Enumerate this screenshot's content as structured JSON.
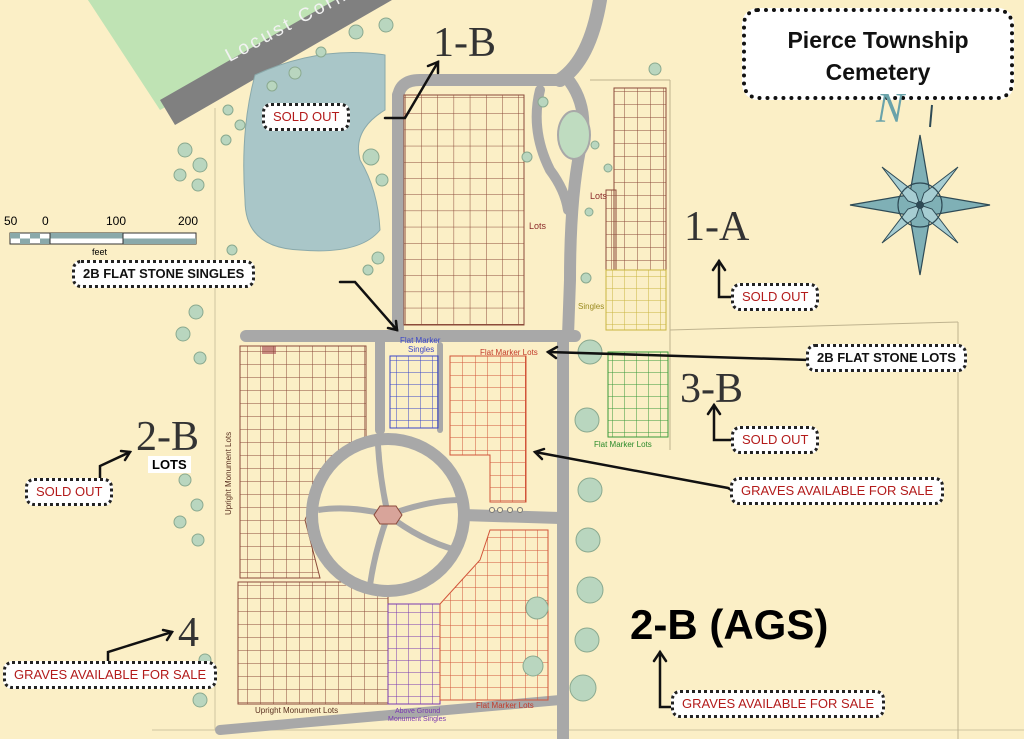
{
  "title": {
    "line1": "Pierce Township",
    "line2": "Cemetery"
  },
  "road": {
    "name": "Locust Corn"
  },
  "north": {
    "letter": "N"
  },
  "scale": {
    "ticks": [
      "50",
      "0",
      "100",
      "200"
    ],
    "unit": "feet"
  },
  "sections": {
    "s1b": "1-B",
    "s1a": "1-A",
    "s3b": "3-B",
    "s2b": "2-B",
    "s2b_sub": "LOTS",
    "s4": "4",
    "s2bags": "2-B (AGS)"
  },
  "callouts": {
    "sold_1b": "SOLD OUT",
    "sold_1a": "SOLD OUT",
    "sold_3b": "SOLD OUT",
    "sold_2b": "SOLD OUT",
    "flat_singles": "2B FLAT STONE SINGLES",
    "flat_lots": "2B FLAT STONE LOTS",
    "avail_main": "GRAVES AVAILABLE FOR SALE",
    "avail_4": "GRAVES AVAILABLE FOR SALE",
    "avail_ags": "GRAVES AVAILABLE FOR SALE"
  },
  "map_labels": {
    "lots_1b": "Lots",
    "lots_1a": "Lots",
    "singles_1a": "Singles",
    "flat_marker_singles_1": "Flat Marker",
    "flat_marker_singles_2": "Singles",
    "flat_marker_lots_top": "Flat Marker Lots",
    "flat_marker_lots_3b": "Flat Marker Lots",
    "upright_vertical": "Upright Monument Lots",
    "upright_bottom": "Upright Monument Lots",
    "above_ground_1": "Above Ground",
    "above_ground_2": "Monument Singles",
    "flat_marker_lots_bottom": "Flat Marker Lots"
  },
  "colors": {
    "background": "#fbefc6",
    "road_band": "#7a7a7a",
    "field": "#bfe3b4",
    "pond": "#a9c6c8",
    "path": "#a8a8a8",
    "tree": "#b9d6bf",
    "grid_brown": "#8b4a3a",
    "grid_red": "#d2553a",
    "grid_blue": "#3a45c8",
    "grid_yellow": "#c9b440",
    "grid_green": "#3a9a3a",
    "grid_purple": "#7a3ab0",
    "callout_red": "#b31b1b"
  }
}
